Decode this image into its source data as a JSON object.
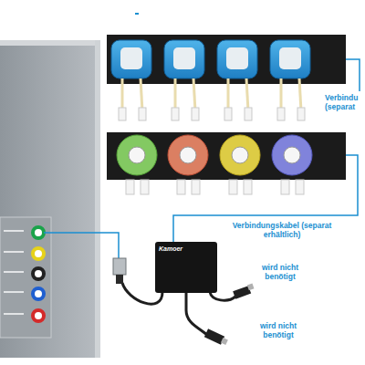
{
  "diagram": {
    "nodes": [
      {
        "text": [
          "Kamoer"
        ]
      }
    ],
    "labels": [
      "Verbindu (separat",
      "Verbindungskabel (separat erhältlich)",
      "wird nicht benötigt",
      "wird nicht benötigt"
    ]
  }
}
